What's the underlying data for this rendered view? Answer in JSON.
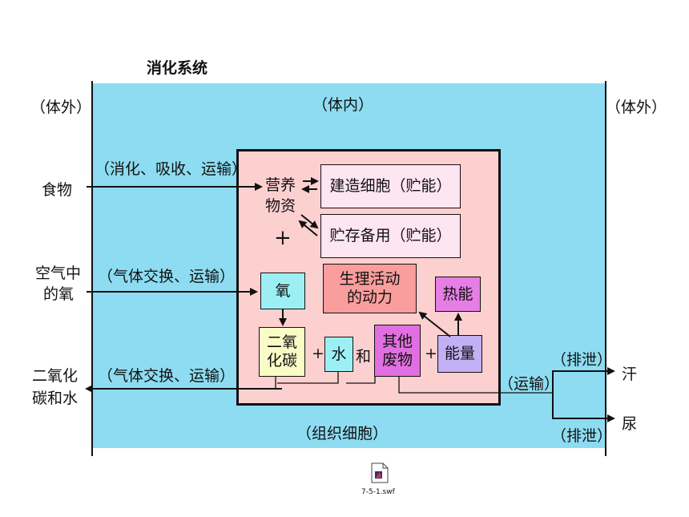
{
  "title": "消化系统",
  "regions": {
    "outside_left": "（体外）",
    "inside": "（体内）",
    "outside_right": "（体外）",
    "tissue_cells": "（组织细胞）"
  },
  "inputs": {
    "food": "食物",
    "food_process": "（消化、吸收、运输）",
    "oxygen_line1": "空气中",
    "oxygen_line2": "的氧",
    "oxygen_process": "（气体交换、运输）",
    "co2_line1": "二氧化",
    "co2_line2": "碳和水",
    "co2_process": "（气体交换、运输）"
  },
  "cell": {
    "nutrients_line1": "营养",
    "nutrients_line2": "物资",
    "plus_sign": "+",
    "build_cells": "建造细胞（贮能）",
    "store_reserve": "贮存备用（贮能）",
    "oxygen": "氧",
    "life_activity_line1": "生理活动",
    "life_activity_line2": "的动力",
    "heat_energy": "热能",
    "co2_line1": "二氧",
    "co2_line2": "化碳",
    "plus1": "+",
    "water": "水",
    "and": "和",
    "waste_line1": "其他",
    "waste_line2": "废物",
    "plus2": "+",
    "energy": "能量"
  },
  "outputs": {
    "transport": "（运输）",
    "excrete_top": "（排泄）",
    "sweat": "汗",
    "excrete_bottom": "（排泄）",
    "urine": "尿"
  },
  "attachment": {
    "icon": "swf-file-icon",
    "filename": "7-5-1.swf"
  }
}
